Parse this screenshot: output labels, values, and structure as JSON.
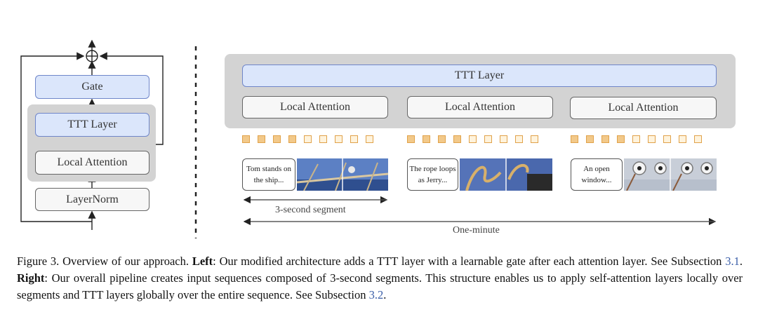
{
  "left_diagram": {
    "gate": "Gate",
    "ttt_layer": "TTT Layer",
    "local_attention": "Local Attention",
    "layernorm": "LayerNorm"
  },
  "right_diagram": {
    "ttt_layer": "TTT Layer",
    "local_attention_1": "Local Attention",
    "local_attention_2": "Local Attention",
    "local_attention_3": "Local Attention",
    "segments": [
      {
        "caption_line1": "Tom stands on",
        "caption_line2": "the ship..."
      },
      {
        "caption_line1": "The rope loops",
        "caption_line2": "as Jerry..."
      },
      {
        "caption_line1": "An open",
        "caption_line2": "window..."
      }
    ],
    "segment_label": "3-second segment",
    "sequence_label": "One-minute"
  },
  "caption": {
    "line1_pre": "Figure 3. Overview of our approach. ",
    "left_bold": "Left",
    "line1_post": ": Our modified architecture adds a TTT layer with a learnable gate after each attention layer. See",
    "line2_pre": "Subsection ",
    "ref1": "3.1",
    "line2_mid": ". ",
    "right_bold": "Right",
    "line2_post": ": Our overall pipeline creates input sequences composed of 3-second segments. This structure enables us to apply",
    "line3_pre": "self-attention layers locally over segments and TTT layers globally over the entire sequence. See Subsection ",
    "ref2": "3.2",
    "line3_post": "."
  },
  "colors": {
    "blue_box": "#dbe6fb",
    "token_filled": "#f2c98a",
    "token_empty": "#fff3dc",
    "ref_link": "#3a5ea8"
  }
}
